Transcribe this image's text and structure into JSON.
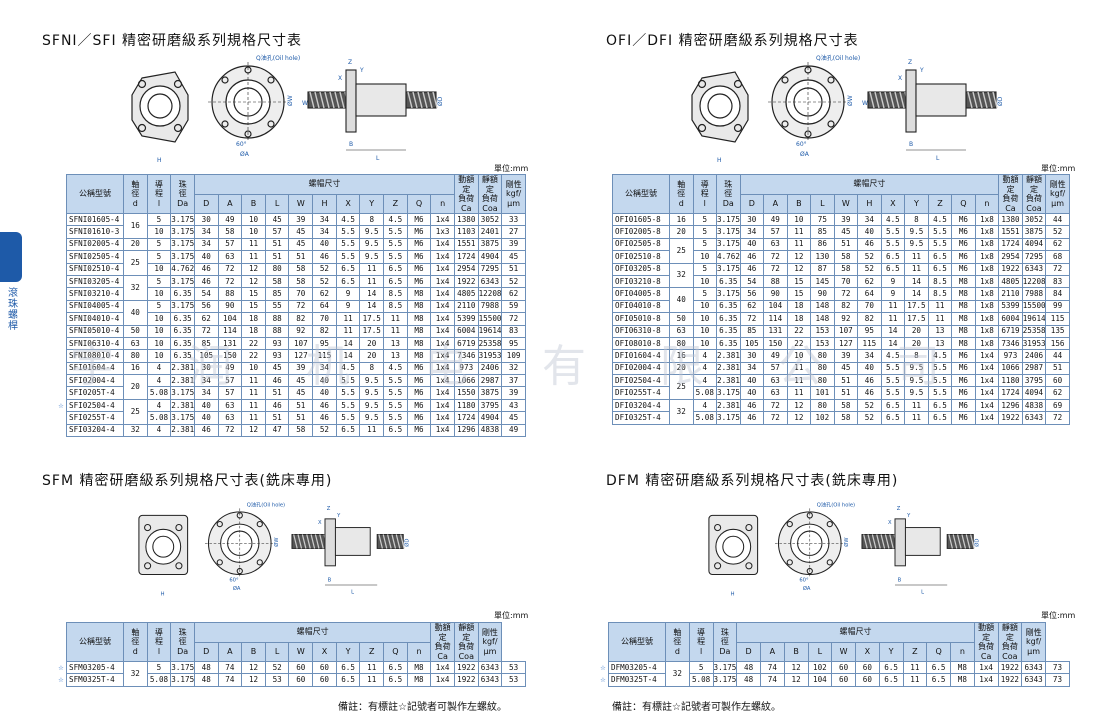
{
  "side_tab": {
    "label": "滾珠螺桿"
  },
  "sections": {
    "sfni": {
      "title": "SFNI／SFI 精密研磨級系列規格尺寸表"
    },
    "ofi": {
      "title": "OFI／DFI 精密研磨級系列規格尺寸表"
    },
    "sfm": {
      "title": "SFM 精密研磨級系列規格尺寸表(銑床專用)"
    },
    "dfm": {
      "title": "DFM 精密研磨級系列規格尺寸表(銑床專用)"
    }
  },
  "diagram_labels": {
    "oil_hole": "Q油孔(Oil hole)",
    "angle": "60°",
    "oa": "ØA",
    "ow": "ØW",
    "od": "ØD",
    "h": "H",
    "l": "L",
    "b": "B",
    "z": "Z",
    "x": "X",
    "y": "Y",
    "w": "W"
  },
  "unit_label": "單位:mm",
  "header": {
    "model": "公稱型號",
    "shaft": "軸\n徑\nd",
    "lead": "導\n程\nl",
    "ball": "珠\n徑\nDa",
    "nut": "螺帽尺寸",
    "cols": [
      "D",
      "A",
      "B",
      "L",
      "W",
      "H",
      "X",
      "Y",
      "Z",
      "Q",
      "n"
    ],
    "dyn": "動額定\n負荷\nCa",
    "stat": "靜額定\n負荷\nCoa",
    "rigid": "剛性\nkgf/\nμm"
  },
  "header_nohcol": {
    "cols": [
      "D",
      "A",
      "B",
      "L",
      "W",
      "X",
      "Y",
      "Z",
      "Q",
      "n"
    ]
  },
  "note": "備註：有標註☆記號者可製作左螺紋。",
  "watermark": "宇 润 机 电 有 限 公 司",
  "tables": {
    "sfni": [
      [
        "",
        "SFNI01605-4",
        "16",
        "5",
        "3.175",
        "30",
        "49",
        "10",
        "45",
        "39",
        "34",
        "4.5",
        "8",
        "4.5",
        "M6",
        "1x4",
        "1380",
        "3052",
        "33"
      ],
      [
        "",
        "SFNI01610-3",
        "",
        "10",
        "3.175",
        "34",
        "58",
        "10",
        "57",
        "45",
        "34",
        "5.5",
        "9.5",
        "5.5",
        "M6",
        "1x3",
        "1103",
        "2401",
        "27"
      ],
      [
        "",
        "SFNI02005-4",
        "20",
        "5",
        "3.175",
        "34",
        "57",
        "11",
        "51",
        "45",
        "40",
        "5.5",
        "9.5",
        "5.5",
        "M6",
        "1x4",
        "1551",
        "3875",
        "39"
      ],
      [
        "",
        "SFNI02505-4",
        "25",
        "5",
        "3.175",
        "40",
        "63",
        "11",
        "51",
        "51",
        "46",
        "5.5",
        "9.5",
        "5.5",
        "M6",
        "1x4",
        "1724",
        "4904",
        "45"
      ],
      [
        "",
        "SFNI02510-4",
        "",
        "10",
        "4.762",
        "46",
        "72",
        "12",
        "80",
        "58",
        "52",
        "6.5",
        "11",
        "6.5",
        "M6",
        "1x4",
        "2954",
        "7295",
        "51"
      ],
      [
        "",
        "SFNI03205-4",
        "32",
        "5",
        "3.175",
        "46",
        "72",
        "12",
        "58",
        "58",
        "52",
        "6.5",
        "11",
        "6.5",
        "M6",
        "1x4",
        "1922",
        "6343",
        "52"
      ],
      [
        "",
        "SFNI03210-4",
        "",
        "10",
        "6.35",
        "54",
        "88",
        "15",
        "85",
        "70",
        "62",
        "9",
        "14",
        "8.5",
        "M8",
        "1x4",
        "4805",
        "12208",
        "62"
      ],
      [
        "",
        "SFNI04005-4",
        "40",
        "5",
        "3.175",
        "56",
        "90",
        "15",
        "55",
        "72",
        "64",
        "9",
        "14",
        "8.5",
        "M8",
        "1x4",
        "2110",
        "7988",
        "59"
      ],
      [
        "",
        "SFNI04010-4",
        "",
        "10",
        "6.35",
        "62",
        "104",
        "18",
        "88",
        "82",
        "70",
        "11",
        "17.5",
        "11",
        "M8",
        "1x4",
        "5399",
        "15500",
        "72"
      ],
      [
        "",
        "SFNI05010-4",
        "50",
        "10",
        "6.35",
        "72",
        "114",
        "18",
        "88",
        "92",
        "82",
        "11",
        "17.5",
        "11",
        "M8",
        "1x4",
        "6004",
        "19614",
        "83"
      ],
      [
        "",
        "SFNI06310-4",
        "63",
        "10",
        "6.35",
        "85",
        "131",
        "22",
        "93",
        "107",
        "95",
        "14",
        "20",
        "13",
        "M8",
        "1x4",
        "6719",
        "25358",
        "95"
      ],
      [
        "",
        "SFNI08010-4",
        "80",
        "10",
        "6.35",
        "105",
        "150",
        "22",
        "93",
        "127",
        "115",
        "14",
        "20",
        "13",
        "M8",
        "1x4",
        "7346",
        "31953",
        "109"
      ],
      [
        "",
        "SFI01604-4",
        "16",
        "4",
        "2.381",
        "30",
        "49",
        "10",
        "45",
        "39",
        "34",
        "4.5",
        "8",
        "4.5",
        "M6",
        "1x4",
        "973",
        "2406",
        "32"
      ],
      [
        "",
        "SFI02004-4",
        "20",
        "4",
        "2.381",
        "34",
        "57",
        "11",
        "46",
        "45",
        "40",
        "5.5",
        "9.5",
        "5.5",
        "M6",
        "1x4",
        "1066",
        "2987",
        "37"
      ],
      [
        "",
        "SFI0205T-4",
        "",
        "5.08",
        "3.175",
        "34",
        "57",
        "11",
        "51",
        "45",
        "40",
        "5.5",
        "9.5",
        "5.5",
        "M6",
        "1x4",
        "1550",
        "3875",
        "39"
      ],
      [
        "☆",
        "SFI02504-4",
        "25",
        "4",
        "2.381",
        "40",
        "63",
        "11",
        "46",
        "51",
        "46",
        "5.5",
        "9.5",
        "5.5",
        "M6",
        "1x4",
        "1180",
        "3795",
        "43"
      ],
      [
        "",
        "SFI0255T-4",
        "",
        "5.08",
        "3.175",
        "40",
        "63",
        "11",
        "51",
        "51",
        "46",
        "5.5",
        "9.5",
        "5.5",
        "M6",
        "1x4",
        "1724",
        "4904",
        "45"
      ],
      [
        "",
        "SFI03204-4",
        "32",
        "4",
        "2.381",
        "46",
        "72",
        "12",
        "47",
        "58",
        "52",
        "6.5",
        "11",
        "6.5",
        "M6",
        "1x4",
        "1296",
        "4838",
        "49"
      ]
    ],
    "ofi": [
      [
        "OFI01605-8",
        "16",
        "5",
        "3.175",
        "30",
        "49",
        "10",
        "75",
        "39",
        "34",
        "4.5",
        "8",
        "4.5",
        "M6",
        "1x8",
        "1380",
        "3052",
        "44"
      ],
      [
        "OFI02005-8",
        "20",
        "5",
        "3.175",
        "34",
        "57",
        "11",
        "85",
        "45",
        "40",
        "5.5",
        "9.5",
        "5.5",
        "M6",
        "1x8",
        "1551",
        "3875",
        "52"
      ],
      [
        "OFI02505-8",
        "25",
        "5",
        "3.175",
        "40",
        "63",
        "11",
        "86",
        "51",
        "46",
        "5.5",
        "9.5",
        "5.5",
        "M6",
        "1x8",
        "1724",
        "4094",
        "62"
      ],
      [
        "OFI02510-8",
        "",
        "10",
        "4.762",
        "46",
        "72",
        "12",
        "130",
        "58",
        "52",
        "6.5",
        "11",
        "6.5",
        "M6",
        "1x8",
        "2954",
        "7295",
        "68"
      ],
      [
        "OFI03205-8",
        "32",
        "5",
        "3.175",
        "46",
        "72",
        "12",
        "87",
        "58",
        "52",
        "6.5",
        "11",
        "6.5",
        "M6",
        "1x8",
        "1922",
        "6343",
        "72"
      ],
      [
        "OFI03210-8",
        "",
        "10",
        "6.35",
        "54",
        "88",
        "15",
        "145",
        "70",
        "62",
        "9",
        "14",
        "8.5",
        "M8",
        "1x8",
        "4805",
        "12208",
        "83"
      ],
      [
        "OFI04005-8",
        "40",
        "5",
        "3.175",
        "56",
        "90",
        "15",
        "90",
        "72",
        "64",
        "9",
        "14",
        "8.5",
        "M8",
        "1x8",
        "2110",
        "7988",
        "84"
      ],
      [
        "OFI04010-8",
        "",
        "10",
        "6.35",
        "62",
        "104",
        "18",
        "148",
        "82",
        "70",
        "11",
        "17.5",
        "11",
        "M8",
        "1x8",
        "5399",
        "15500",
        "99"
      ],
      [
        "OFI05010-8",
        "50",
        "10",
        "6.35",
        "72",
        "114",
        "18",
        "148",
        "92",
        "82",
        "11",
        "17.5",
        "11",
        "M8",
        "1x8",
        "6004",
        "19614",
        "115"
      ],
      [
        "OFI06310-8",
        "63",
        "10",
        "6.35",
        "85",
        "131",
        "22",
        "153",
        "107",
        "95",
        "14",
        "20",
        "13",
        "M8",
        "1x8",
        "6719",
        "25358",
        "135"
      ],
      [
        "OFI08010-8",
        "80",
        "10",
        "6.35",
        "105",
        "150",
        "22",
        "153",
        "127",
        "115",
        "14",
        "20",
        "13",
        "M8",
        "1x8",
        "7346",
        "31953",
        "156"
      ],
      [
        "DFI01604-4",
        "16",
        "4",
        "2.381",
        "30",
        "49",
        "10",
        "80",
        "39",
        "34",
        "4.5",
        "8",
        "4.5",
        "M6",
        "1x4",
        "973",
        "2406",
        "44"
      ],
      [
        "DFI02004-4",
        "20",
        "4",
        "2.381",
        "34",
        "57",
        "11",
        "80",
        "45",
        "40",
        "5.5",
        "9.5",
        "5.5",
        "M6",
        "1x4",
        "1066",
        "2987",
        "51"
      ],
      [
        "DFI02504-4",
        "25",
        "4",
        "2.381",
        "40",
        "63",
        "11",
        "80",
        "51",
        "46",
        "5.5",
        "9.5",
        "5.5",
        "M6",
        "1x4",
        "1180",
        "3795",
        "60"
      ],
      [
        "DFI0255T-4",
        "",
        "5.08",
        "3.175",
        "40",
        "63",
        "11",
        "101",
        "51",
        "46",
        "5.5",
        "9.5",
        "5.5",
        "M6",
        "1x4",
        "1724",
        "4094",
        "62"
      ],
      [
        "DFI03204-4",
        "32",
        "4",
        "2.381",
        "46",
        "72",
        "12",
        "80",
        "58",
        "52",
        "6.5",
        "11",
        "6.5",
        "M6",
        "1x4",
        "1296",
        "4838",
        "69"
      ],
      [
        "DFI0325T-4",
        "",
        "5.08",
        "3.175",
        "46",
        "72",
        "12",
        "102",
        "58",
        "52",
        "6.5",
        "11",
        "6.5",
        "M6",
        "1x4",
        "1922",
        "6343",
        "72"
      ]
    ],
    "sfm": [
      [
        "☆",
        "SFM03205-4",
        "32",
        "5",
        "3.175",
        "48",
        "74",
        "12",
        "52",
        "60",
        "60",
        "6.5",
        "11",
        "6.5",
        "M8",
        "1x4",
        "1922",
        "6343",
        "53"
      ],
      [
        "☆",
        "SFM0325T-4",
        "",
        "5.08",
        "3.175",
        "48",
        "74",
        "12",
        "53",
        "60",
        "60",
        "6.5",
        "11",
        "6.5",
        "M8",
        "1x4",
        "1922",
        "6343",
        "53"
      ]
    ],
    "dfm": [
      [
        "☆",
        "DFM03205-4",
        "32",
        "5",
        "3.175",
        "48",
        "74",
        "12",
        "102",
        "60",
        "60",
        "6.5",
        "11",
        "6.5",
        "M8",
        "1x4",
        "1922",
        "6343",
        "73"
      ],
      [
        "☆",
        "DFM0325T-4",
        "",
        "5.08",
        "3.175",
        "48",
        "74",
        "12",
        "104",
        "60",
        "60",
        "6.5",
        "11",
        "6.5",
        "M8",
        "1x4",
        "1922",
        "6343",
        "73"
      ]
    ]
  }
}
